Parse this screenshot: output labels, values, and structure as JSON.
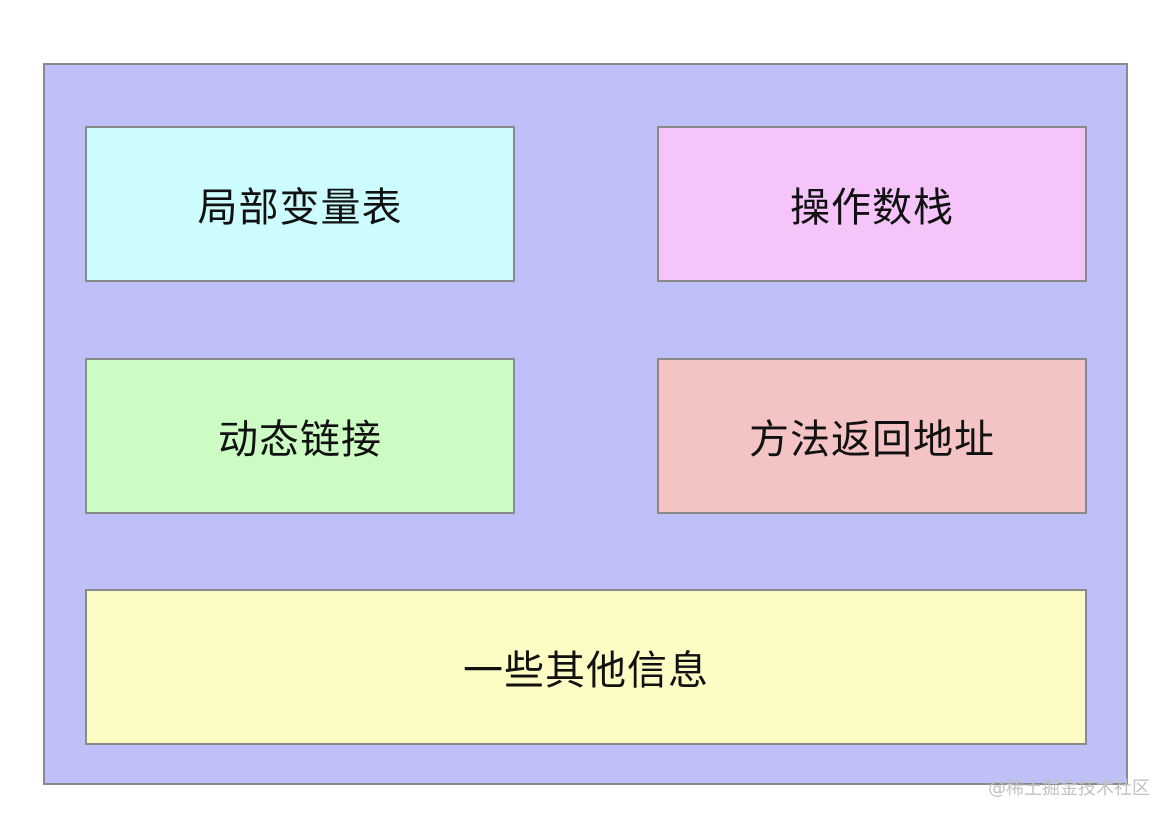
{
  "diagram": {
    "frame_color": "#bfc0f7",
    "blocks": [
      {
        "id": "local-variable-table",
        "label": "局部变量表",
        "color": "#ccfcfe"
      },
      {
        "id": "operand-stack",
        "label": "操作数栈",
        "color": "#f4c4fa"
      },
      {
        "id": "dynamic-linking",
        "label": "动态链接",
        "color": "#ccfcc4"
      },
      {
        "id": "return-address",
        "label": "方法返回地址",
        "color": "#f4c4c4"
      },
      {
        "id": "other-info",
        "label": "一些其他信息",
        "color": "#fcfcc4"
      }
    ]
  },
  "watermark": "@稀土掘金技术社区"
}
